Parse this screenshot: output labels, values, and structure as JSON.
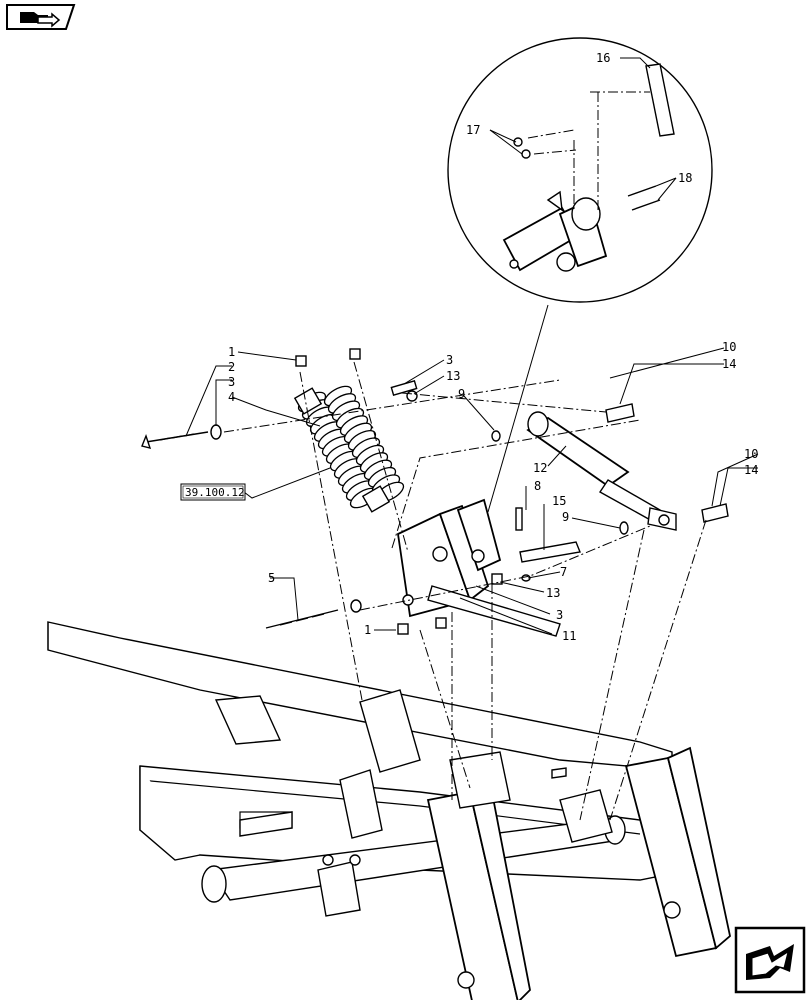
{
  "diagram": {
    "reference_link": "39.100.12",
    "callouts": {
      "c1a": "1",
      "c2": "2",
      "c3a": "3",
      "c4": "4",
      "c3b": "3",
      "c13a": "13",
      "c9a": "9",
      "c10a": "10",
      "c14a": "14",
      "c12": "12",
      "c8": "8",
      "c15": "15",
      "c9b": "9",
      "c10b": "10",
      "c14b": "14",
      "c7": "7",
      "c13b": "13",
      "c3c": "3",
      "c11": "11",
      "c5": "5",
      "c1b": "1",
      "c16": "16",
      "c17": "17",
      "c18": "18"
    }
  },
  "navigation": {
    "prev_icon": "folder-back-arrow-icon",
    "next_icon": "next-page-arrow-icon"
  }
}
